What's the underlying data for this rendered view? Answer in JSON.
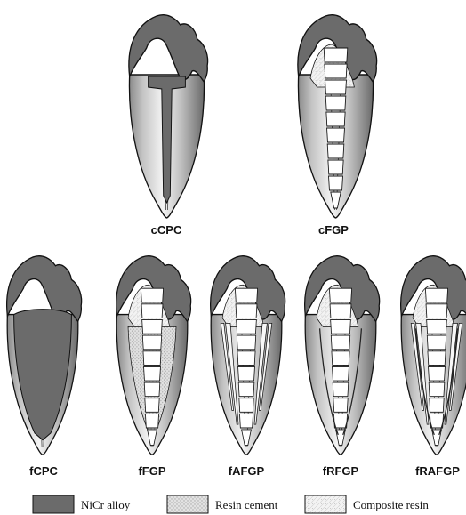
{
  "colors": {
    "alloy": "#6b6b6b",
    "tooth_light": "#e9e9e9",
    "tooth_mid": "#b4b4b4",
    "tooth_dark": "#7a7a7a",
    "resin": "#d6d6d6",
    "composite": "#eeeeee",
    "outline": "#111111"
  },
  "specimens": {
    "cCPC": "cCPC",
    "cFGP": "cFGP",
    "fCPC": "fCPC",
    "fFGP": "fFGP",
    "fAFGP": "fAFGP",
    "fRFGP": "fRFGP",
    "fRAFGP": "fRAFGP"
  },
  "legend": {
    "alloy": "NiCr alloy",
    "resin": "Resin cement",
    "composite": "Composite resin"
  }
}
